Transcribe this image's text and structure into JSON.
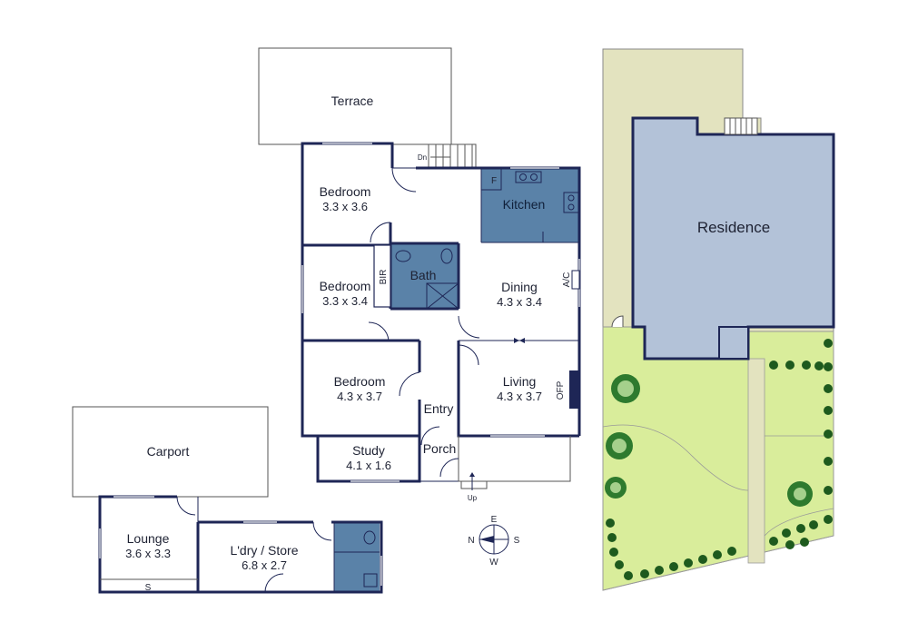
{
  "colors": {
    "wall": "#1e2656",
    "wet_area": "#5a82a8",
    "residence": "#b3c2d8",
    "lawn": "#d9ed9b",
    "paving": "#e3e3bf",
    "tree": "#2e7a2e"
  },
  "rooms": {
    "terrace": {
      "name": "Terrace"
    },
    "bedroom1": {
      "name": "Bedroom",
      "dims": "3.3 x 3.6"
    },
    "kitchen": {
      "name": "Kitchen",
      "fridge": "F"
    },
    "bedroom2": {
      "name": "Bedroom",
      "dims": "3.3 x 3.4"
    },
    "bir": {
      "name": "BIR"
    },
    "bath": {
      "name": "Bath"
    },
    "dining": {
      "name": "Dining",
      "dims": "4.3 x 3.4",
      "ac": "A/C"
    },
    "bedroom3": {
      "name": "Bedroom",
      "dims": "4.3 x 3.7"
    },
    "entry": {
      "name": "Entry"
    },
    "living": {
      "name": "Living",
      "dims": "4.3 x 3.7",
      "ofp": "OFP"
    },
    "study": {
      "name": "Study",
      "dims": "4.1 x 1.6"
    },
    "porch": {
      "name": "Porch"
    },
    "carport": {
      "name": "Carport"
    },
    "lounge": {
      "name": "Lounge",
      "dims": "3.6 x 3.3",
      "shelf": "S"
    },
    "laundry": {
      "name": "L'dry / Store",
      "dims": "6.8 x 2.7"
    }
  },
  "stairs": {
    "down": "Dn",
    "up": "Up"
  },
  "compass": {
    "n": "N",
    "e": "E",
    "s": "S",
    "w": "W"
  },
  "site": {
    "residence": "Residence"
  }
}
